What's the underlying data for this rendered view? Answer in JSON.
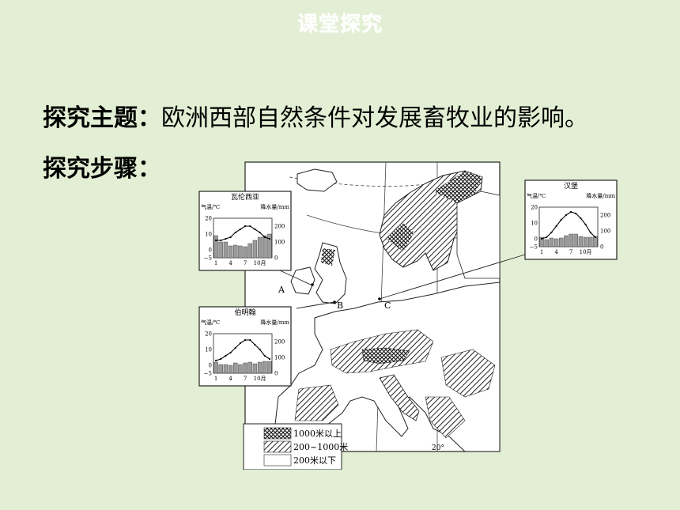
{
  "header": {
    "title": "课堂探究"
  },
  "topic": {
    "label": "探究主题：",
    "text": "欧洲西部自然条件对发展畜牧业的影响。"
  },
  "steps": {
    "label": "探究步骤："
  },
  "map": {
    "point_labels": [
      "A",
      "B",
      "C"
    ],
    "meridian_label": "20°",
    "legend": [
      {
        "label": "1000米以上",
        "pattern": "cross"
      },
      {
        "label": "200~1000米",
        "pattern": "hatch"
      },
      {
        "label": "200米以下",
        "pattern": "blank"
      }
    ]
  },
  "climate_charts": [
    {
      "city": "瓦伦西亚",
      "y_left_label": "气温/℃",
      "y_right_label": "降水量/mm",
      "temp_ticks": [
        "20",
        "10",
        "0",
        "−5"
      ],
      "precip_ticks": [
        "200",
        "100",
        "0"
      ],
      "month_ticks": [
        "1",
        "4",
        "7",
        "10月"
      ],
      "chart_data": {
        "type": "bar",
        "x": [
          1,
          2,
          3,
          4,
          5,
          6,
          7,
          8,
          9,
          10,
          11,
          12
        ],
        "series": [
          {
            "type": "bar",
            "values": [
              140,
              100,
              100,
              75,
              80,
              75,
              70,
              90,
              110,
              130,
              140,
              150
            ]
          },
          {
            "type": "line",
            "values": [
              6,
              6,
              7,
              8,
              11,
              13,
              15,
              15,
              13,
              11,
              8,
              7
            ]
          }
        ],
        "temp_range": [
          -5,
          20
        ],
        "precip_range": [
          0,
          250
        ]
      }
    },
    {
      "city": "伯明翰",
      "y_left_label": "气温/℃",
      "y_right_label": "降水量/mm",
      "temp_ticks": [
        "20",
        "10",
        "0",
        "−5"
      ],
      "precip_ticks": [
        "200",
        "100",
        "0"
      ],
      "month_ticks": [
        "1",
        "4",
        "7",
        "10月"
      ],
      "chart_data": {
        "type": "bar",
        "x": [
          1,
          2,
          3,
          4,
          5,
          6,
          7,
          8,
          9,
          10,
          11,
          12
        ],
        "series": [
          {
            "type": "bar",
            "values": [
              70,
              55,
              55,
              50,
              65,
              55,
              65,
              70,
              60,
              70,
              75,
              75
            ]
          },
          {
            "type": "line",
            "values": [
              3,
              4,
              6,
              8,
              11,
              14,
              16,
              16,
              13,
              10,
              6,
              4
            ]
          }
        ],
        "temp_range": [
          -5,
          20
        ],
        "precip_range": [
          0,
          250
        ]
      }
    },
    {
      "city": "汉堡",
      "y_left_label": "气温/℃",
      "y_right_label": "降水量/mm",
      "temp_ticks": [
        "20",
        "10",
        "0",
        "−5"
      ],
      "precip_ticks": [
        "200",
        "100",
        "0"
      ],
      "month_ticks": [
        "1",
        "4",
        "7",
        "10月"
      ],
      "chart_data": {
        "type": "bar",
        "x": [
          1,
          2,
          3,
          4,
          5,
          6,
          7,
          8,
          9,
          10,
          11,
          12
        ],
        "series": [
          {
            "type": "bar",
            "values": [
              60,
              45,
              55,
              50,
              55,
              70,
              80,
              80,
              65,
              60,
              60,
              65
            ]
          },
          {
            "type": "line",
            "values": [
              0,
              1,
              4,
              8,
              12,
              15,
              17,
              16,
              13,
              9,
              4,
              1
            ]
          }
        ],
        "temp_range": [
          -5,
          20
        ],
        "precip_range": [
          0,
          250
        ]
      }
    }
  ]
}
